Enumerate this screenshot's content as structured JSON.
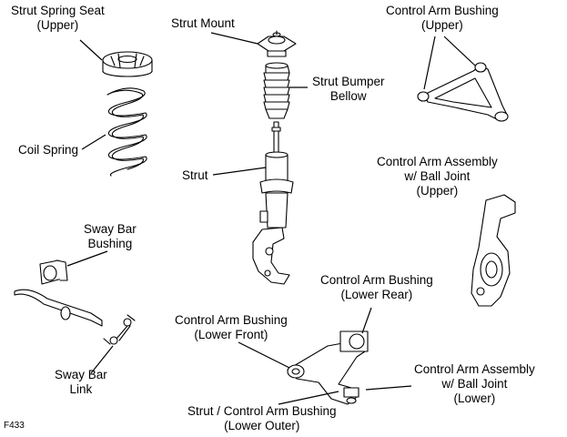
{
  "labels": {
    "strut_spring_seat": [
      "Strut Spring Seat",
      "(Upper)"
    ],
    "strut_mount": [
      "Strut Mount"
    ],
    "control_arm_bushing_upper": [
      "Control Arm Bushing",
      "(Upper)"
    ],
    "strut_bumper_bellow": [
      "Strut Bumper",
      "Bellow"
    ],
    "coil_spring": [
      "Coil Spring"
    ],
    "control_arm_assembly_upper": [
      "Control Arm Assembly",
      "w/ Ball Joint",
      "(Upper)"
    ],
    "strut": [
      "Strut"
    ],
    "sway_bar_bushing": [
      "Sway Bar",
      "Bushing"
    ],
    "control_arm_bushing_lower_rear": [
      "Control Arm Bushing",
      "(Lower Rear)"
    ],
    "control_arm_bushing_lower_front": [
      "Control Arm Bushing",
      "(Lower Front)"
    ],
    "control_arm_assembly_lower": [
      "Control Arm Assembly",
      "w/ Ball Joint",
      "(Lower)"
    ],
    "sway_bar_link": [
      "Sway Bar",
      "Link"
    ],
    "strut_control_arm_bushing_lower_outer": [
      "Strut / Control Arm Bushing",
      "(Lower Outer)"
    ]
  },
  "figure_code": "F433"
}
